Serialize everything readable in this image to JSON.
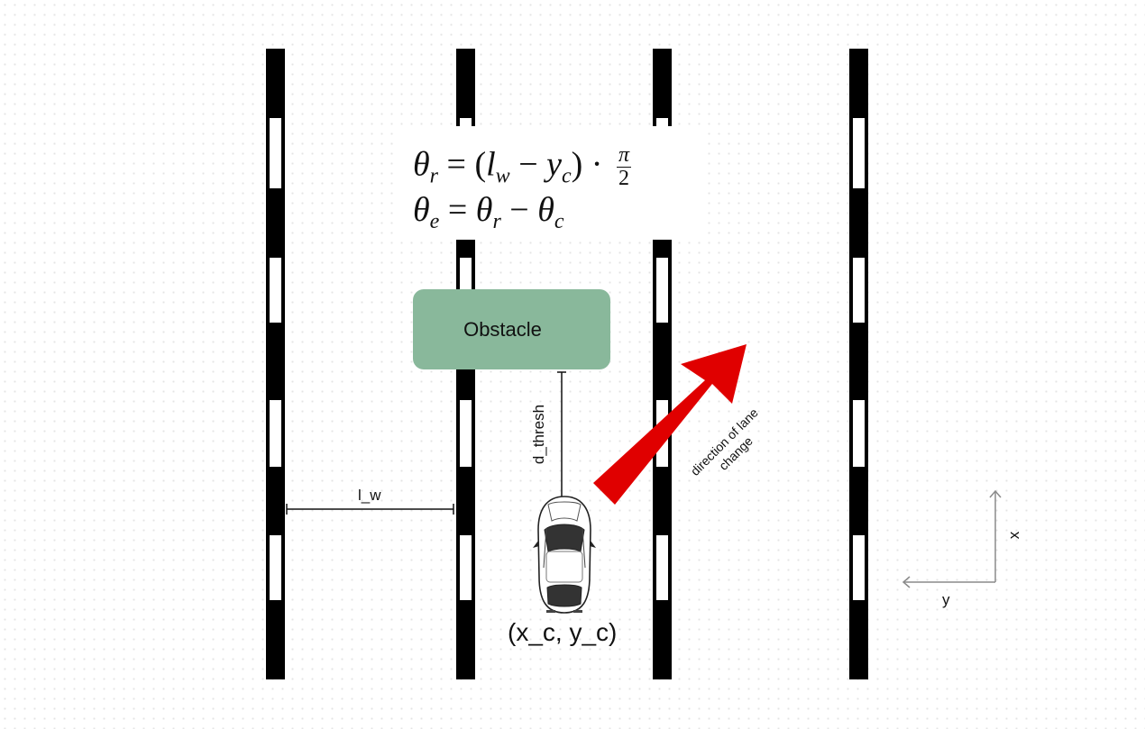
{
  "equations": {
    "line1": {
      "lhs_symbol": "θ",
      "lhs_sub": "r",
      "eq": " = (",
      "a": "l",
      "a_sub": "w",
      "minus": " − ",
      "b": "y",
      "b_sub": "c",
      "close": ") · ",
      "frac_num": "π",
      "frac_den": "2"
    },
    "line2": {
      "lhs_symbol": "θ",
      "lhs_sub": "e",
      "eq": " = ",
      "a": "θ",
      "a_sub": "r",
      "minus": " − ",
      "b": "θ",
      "b_sub": "c"
    }
  },
  "obstacle": {
    "label": "Obstacle",
    "color": "#89b89b"
  },
  "labels": {
    "lane_width": "l_w",
    "threshold": "d_thresh",
    "car_position": "(x_c, y_c)",
    "direction": "direction of lane change"
  },
  "axes": {
    "x": "x",
    "y": "y"
  },
  "colors": {
    "arrow": "#e00000",
    "lane_line": "#000000",
    "dash": "#ffffff"
  }
}
